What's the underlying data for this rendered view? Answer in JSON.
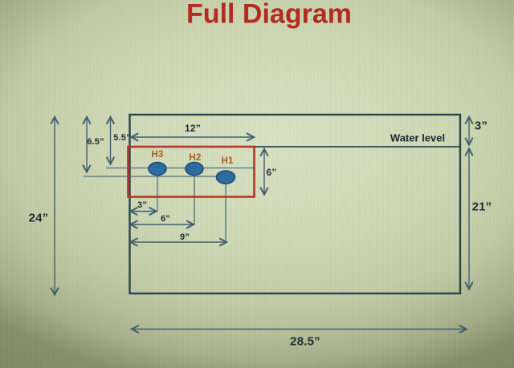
{
  "title": "Full Diagram",
  "water_level_label": "Water level",
  "hydrophones": [
    {
      "label": "H3"
    },
    {
      "label": "H2"
    },
    {
      "label": "H1"
    }
  ],
  "dimensions": {
    "tank_height": "24”",
    "tank_width": "28.5”",
    "freeboard": "3”",
    "water_depth": "21”",
    "top_to_h1": "6.5”",
    "top_to_h2_h3": "5.5”",
    "array_span": "12”",
    "submersion_depth": "6”",
    "h3_offset": "3”",
    "h2_offset": "6”",
    "h1_offset": "9”"
  },
  "colors": {
    "title_text": "#b5271d",
    "slide_background": "#ccd6b2",
    "tank_outline": "#24434e",
    "dimension_lines": "#3e5e6e",
    "highlight_box": "#b43425",
    "hydrophone_fill": "#2a6aa0",
    "hydrophone_outline": "#194a77",
    "hydrophone_label_text": "#b15712",
    "dimension_text": "#1a2930"
  }
}
